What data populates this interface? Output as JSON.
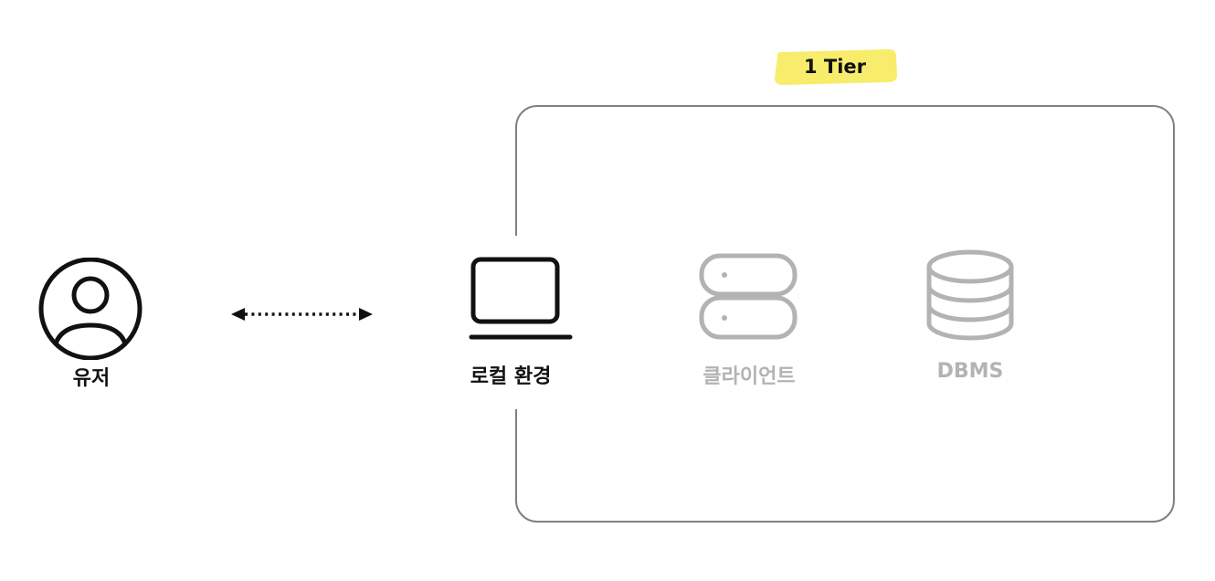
{
  "tier": {
    "label": "1 Tier",
    "highlight_color": "#f7ec6b"
  },
  "nodes": {
    "user": {
      "label": "유저",
      "icon": "user-circle-icon"
    },
    "local_env": {
      "label": "로컬 환경",
      "icon": "laptop-icon"
    },
    "client": {
      "label": "클라이언트",
      "icon": "server-icon"
    },
    "dbms": {
      "label": "DBMS",
      "icon": "database-icon"
    }
  },
  "colors": {
    "active": "#111111",
    "inactive": "#b3b3b3",
    "box_border": "#808080"
  }
}
